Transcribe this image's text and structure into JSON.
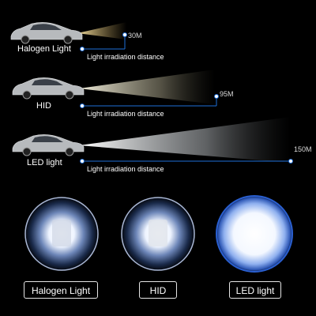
{
  "rows": [
    {
      "name": "Halogen Light",
      "range": "30M",
      "distance_label": "Light irradiation distance"
    },
    {
      "name": "HID",
      "range": "95M",
      "distance_label": "Light irradiation distance"
    },
    {
      "name": "LED light",
      "range": "150M",
      "distance_label": "Light irradiation distance"
    }
  ],
  "bottom_labels": [
    "Halogen Light",
    "HID",
    "LED light"
  ],
  "colors": {
    "background": "#000000",
    "accent_line": "#1e6fd9",
    "halogen_beam": "#f3d88a",
    "hid_beam": "#f1efd8",
    "led_beam": "#ffffff"
  }
}
